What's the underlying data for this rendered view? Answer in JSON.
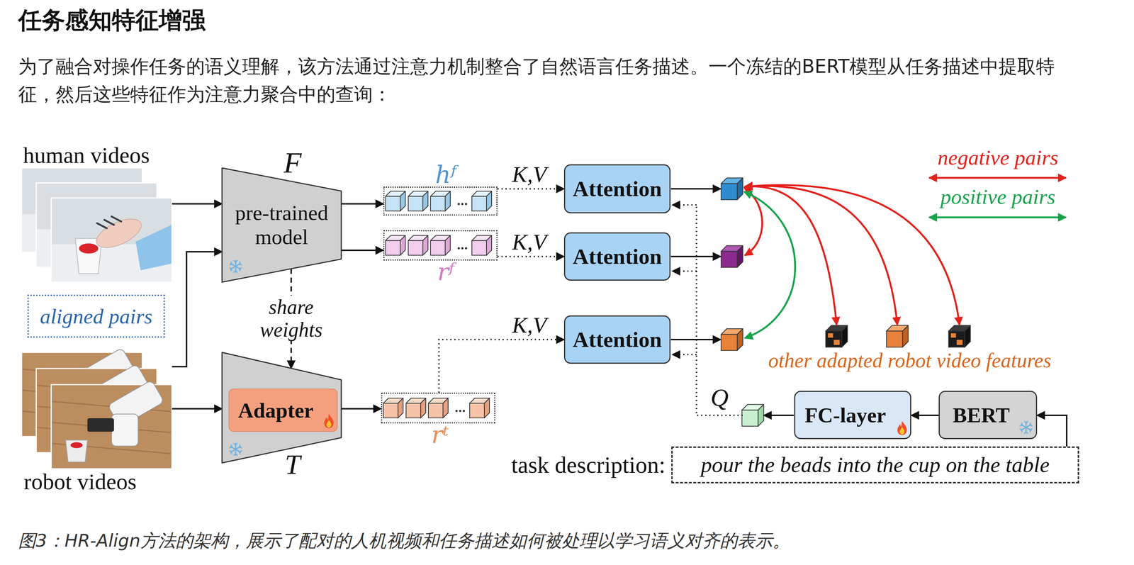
{
  "diagram": {
    "title": "任务感知特征增强",
    "caption": "图3：HR-Align方法的架构，展示了配对的人机视频和任务描述如何被处理以学习语义对齐的表示。",
    "nodes": [
      {
        "text": [
          "human videos"
        ]
      },
      {
        "text": [
          "aligned pairs"
        ]
      },
      {
        "text": [
          "robot videos"
        ]
      },
      {
        "text": [
          "F",
          "pre-trained model"
        ]
      },
      {
        "text": [
          "T"
        ]
      },
      {
        "text": [
          "Adapter"
        ],
        "in": 4
      },
      {
        "text": [
          "hᶠ"
        ]
      },
      {
        "text": [
          "rᶠ"
        ]
      },
      {
        "text": [
          "rᵗ"
        ]
      },
      {
        "text": [
          "Attention"
        ]
      },
      {
        "text": [
          "Attention"
        ]
      },
      {
        "text": [
          "Attention"
        ]
      },
      {
        "text": [
          "FC-layer"
        ]
      },
      {
        "text": [
          "BERT"
        ]
      },
      {
        "text": [
          "task description:",
          "pour the beads into the cup on the table"
        ]
      }
    ],
    "edges": [
      {
        "from": 0,
        "to": 3,
        "arrow": "to"
      },
      {
        "from": 2,
        "to": 3,
        "arrow": "to"
      },
      {
        "from": 2,
        "to": 4,
        "arrow": "to"
      },
      {
        "from": 3,
        "to": 4,
        "label": "share weights",
        "arrow": "to"
      },
      {
        "from": 3,
        "to": 6,
        "arrow": "to"
      },
      {
        "from": 3,
        "to": 7,
        "arrow": "to"
      },
      {
        "from": 5,
        "to": 8,
        "arrow": "to"
      },
      {
        "from": 6,
        "to": 9,
        "label": "K,V",
        "arrow": "to"
      },
      {
        "from": 7,
        "to": 10,
        "label": "K,V",
        "arrow": "to"
      },
      {
        "from": 8,
        "to": 11,
        "label": "K,V",
        "arrow": "to"
      },
      {
        "from": 14,
        "to": 13,
        "arrow": "to"
      },
      {
        "from": 13,
        "to": 12,
        "arrow": "to"
      }
    ],
    "labels": [
      "为了融合对操作任务的语义理解，该方法通过注意力机制整合了自然语言任务描述。一个冻结的BERT模型从任务描述中提取特征，然后这些特征作为注意力聚合中的查询：",
      "Q",
      "other adapted robot video features"
    ],
    "legend": [
      {
        "text": "negative pairs"
      },
      {
        "text": "positive pairs"
      }
    ]
  }
}
